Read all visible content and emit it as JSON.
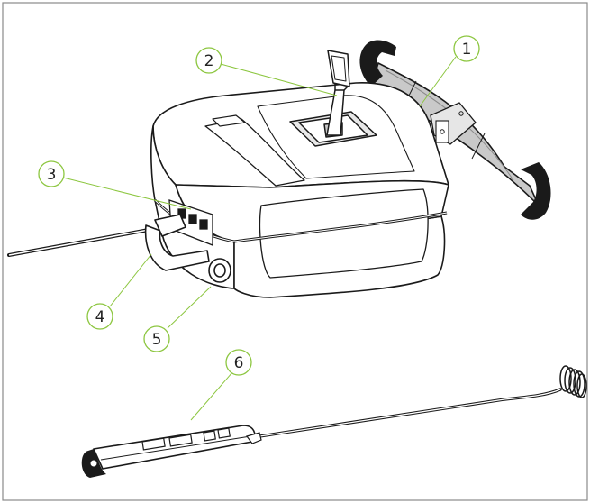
{
  "callouts": [
    {
      "number": "1"
    },
    {
      "number": "2"
    },
    {
      "number": "3"
    },
    {
      "number": "4"
    },
    {
      "number": "5"
    },
    {
      "number": "6"
    }
  ],
  "colors": {
    "frame": "#8a8a8a",
    "leader": "#8cc63f",
    "callout_ring": "#8cc63f",
    "outline": "#1a1a1a",
    "strap_gray": "#c9c9c9",
    "strap_dark": "#1a1a1a"
  }
}
